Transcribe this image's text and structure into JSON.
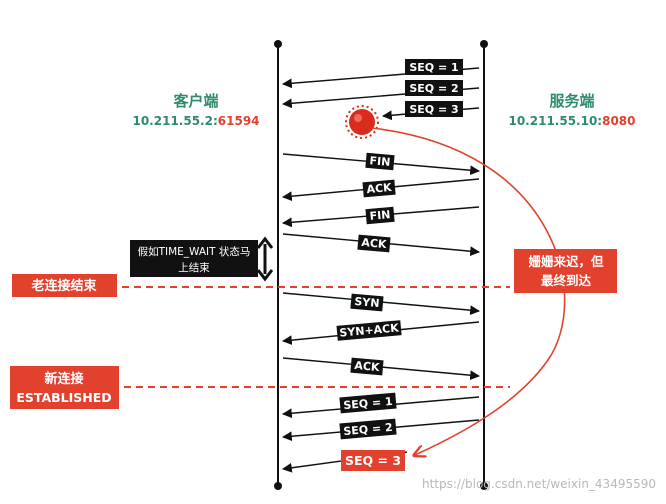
{
  "client": {
    "title": "客户端",
    "address_prefix": "10.211.55.2:",
    "address_port": "61594"
  },
  "server": {
    "title": "服务端",
    "address_prefix": "10.211.55.10:",
    "address_port": "8080"
  },
  "messages": [
    {
      "label": "SEQ = 1",
      "direction": "to-client",
      "phase": "old-data"
    },
    {
      "label": "SEQ = 2",
      "direction": "to-client",
      "phase": "old-data"
    },
    {
      "label": "SEQ = 3",
      "direction": "lost-delayed",
      "phase": "old-data"
    },
    {
      "label": "FIN",
      "direction": "to-server",
      "phase": "close"
    },
    {
      "label": "ACK",
      "direction": "to-client",
      "phase": "close"
    },
    {
      "label": "FIN",
      "direction": "to-client",
      "phase": "close"
    },
    {
      "label": "ACK",
      "direction": "to-server",
      "phase": "close"
    },
    {
      "label": "SYN",
      "direction": "to-server",
      "phase": "handshake"
    },
    {
      "label": "SYN+ACK",
      "direction": "to-client",
      "phase": "handshake"
    },
    {
      "label": "ACK",
      "direction": "to-server",
      "phase": "handshake"
    },
    {
      "label": "SEQ = 1",
      "direction": "to-client",
      "phase": "new-data"
    },
    {
      "label": "SEQ = 2",
      "direction": "to-client",
      "phase": "new-data"
    },
    {
      "label": "SEQ = 3",
      "direction": "to-client",
      "phase": "delayed-arrival"
    }
  ],
  "time_wait_note": [
    "假如TIME_WAIT 状态马",
    "上结束"
  ],
  "old_conn_end": "老连接结束",
  "new_conn": [
    "新连接",
    "ESTABLISHED"
  ],
  "late_note": [
    "姗姗来迟，但",
    "最终到达"
  ],
  "watermark": "https://blog.csdn.net/weixin_43495590",
  "colors": {
    "green": "#2e8b6e",
    "red": "#e2412e",
    "black": "#111111"
  }
}
